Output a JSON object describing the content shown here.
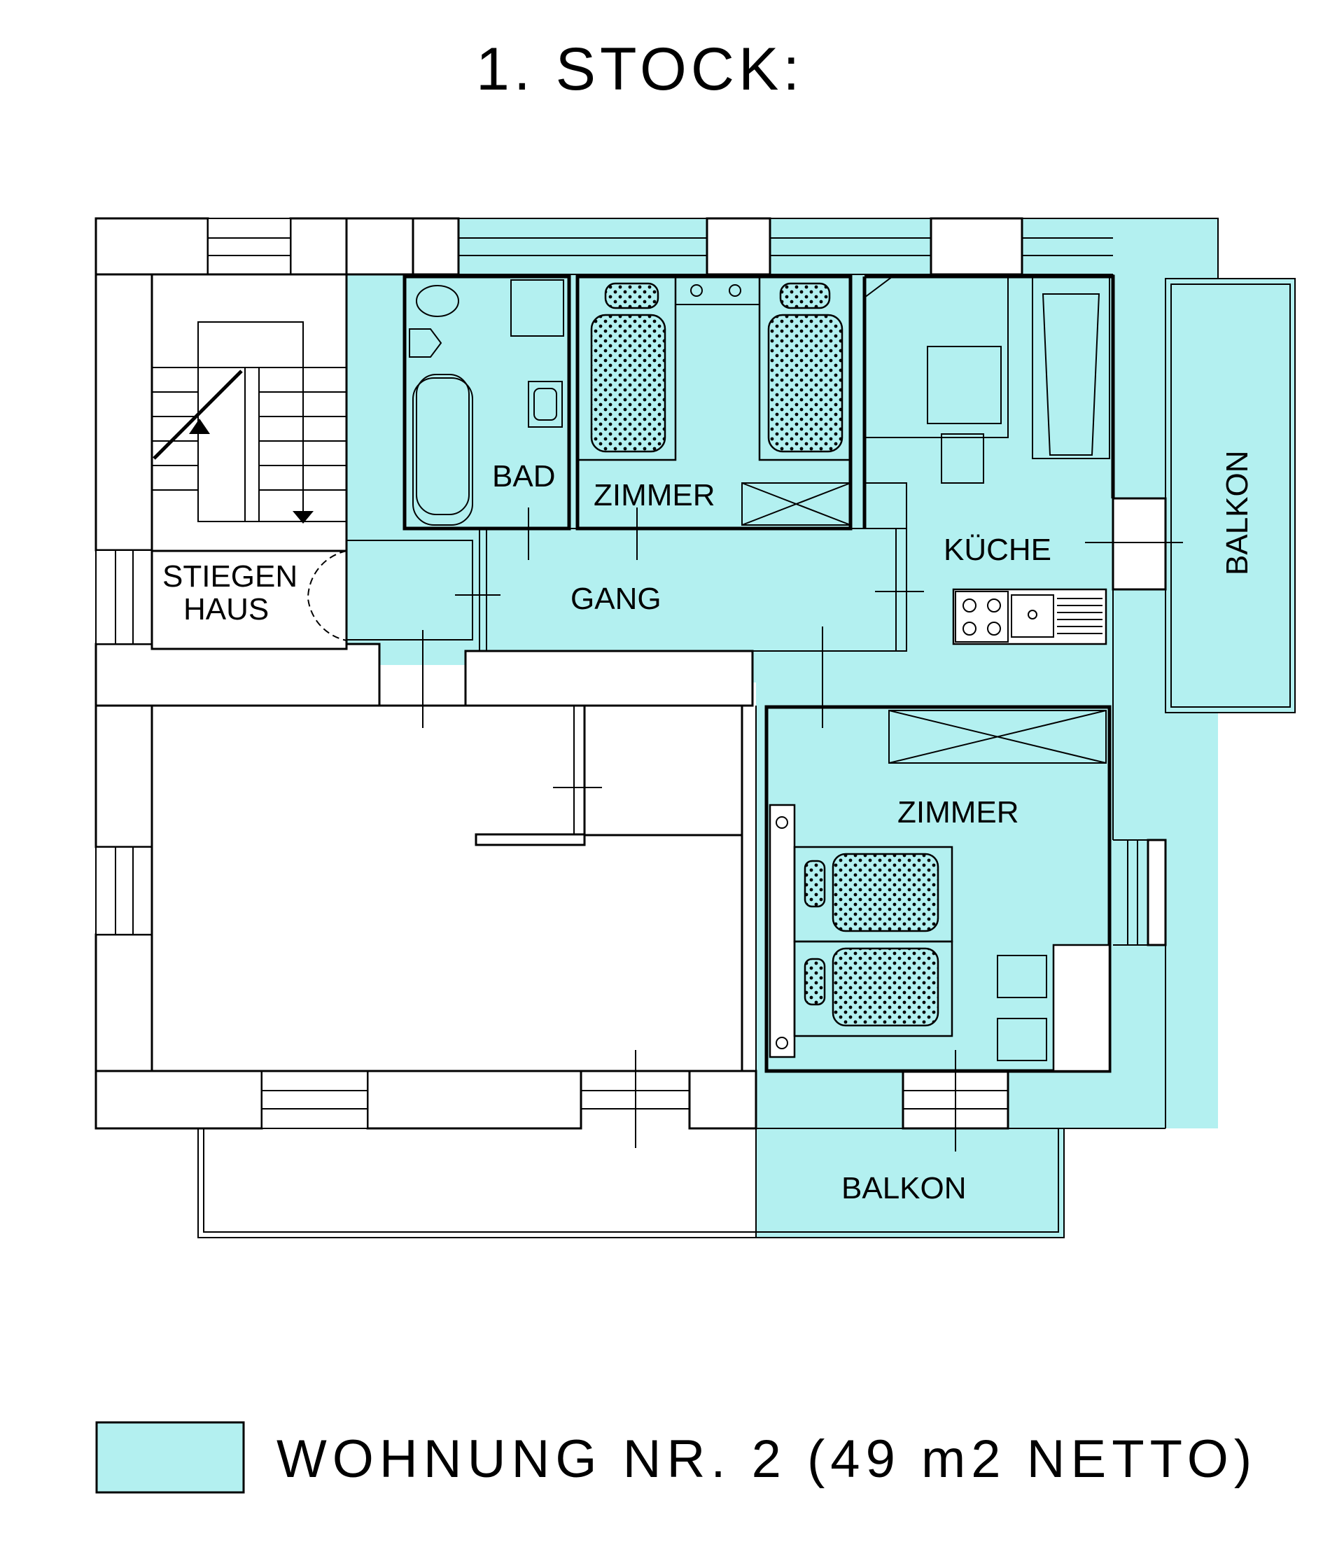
{
  "title": "1. STOCK:",
  "colors": {
    "apartment_fill": "#b3f0f0",
    "line": "#000000",
    "background": "#ffffff"
  },
  "rooms": {
    "stairwell_line1": "STIEGEN",
    "stairwell_line2": "HAUS",
    "bath": "BAD",
    "bedroom_top": "ZIMMER",
    "kitchen": "KÜCHE",
    "corridor": "GANG",
    "balcony_right": "BALKON",
    "bedroom_bottom": "ZIMMER",
    "balcony_bottom": "BALKON"
  },
  "legend": {
    "label": "WOHNUNG NR. 2 (49 m2 NETTO)"
  }
}
